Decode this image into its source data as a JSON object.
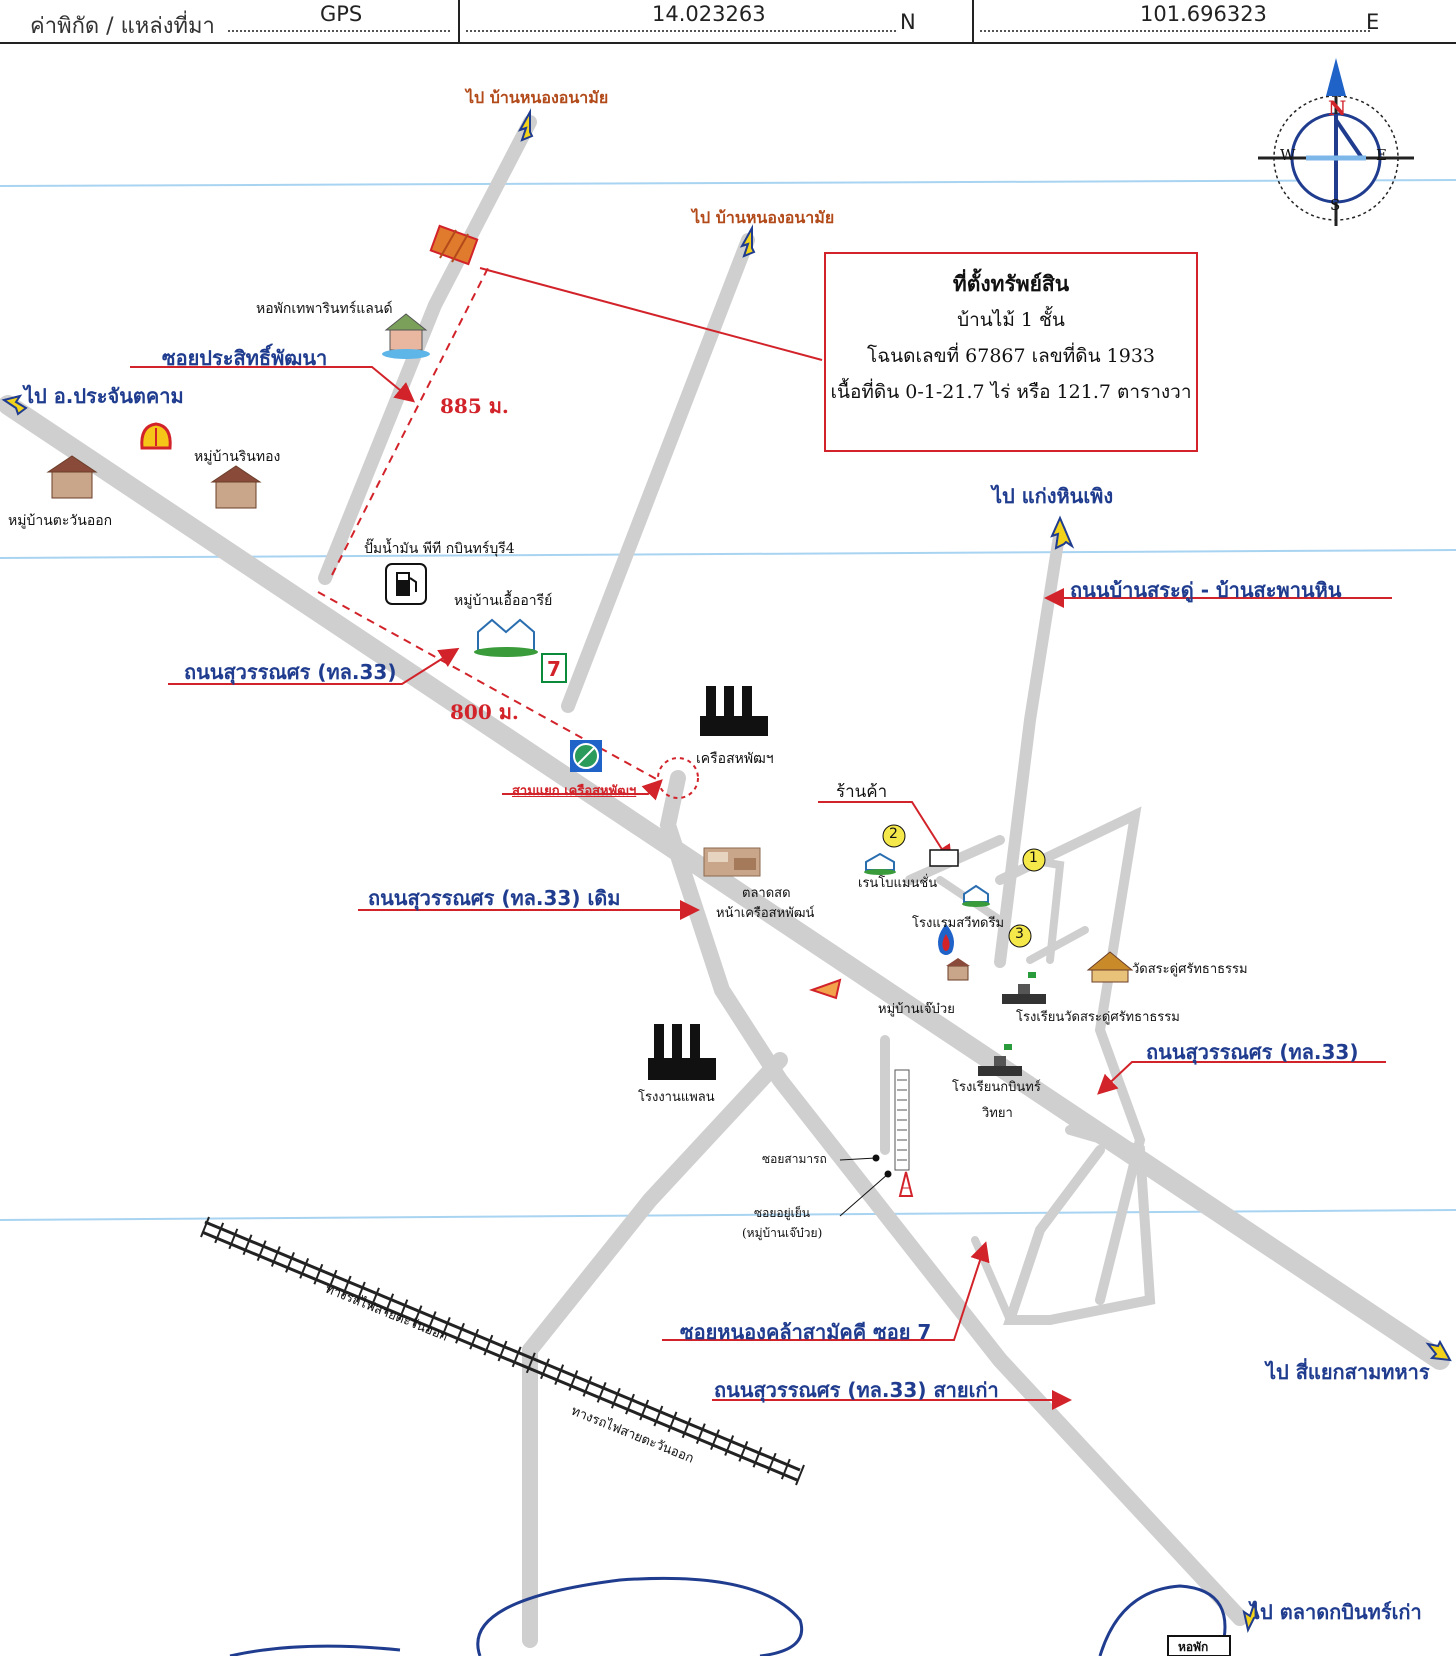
{
  "header": {
    "coord_label": "ค่าพิกัด / แหล่งที่มา",
    "source": "GPS",
    "latitude": "14.023263",
    "lat_unit": "N",
    "longitude": "101.696323",
    "lon_unit": "E"
  },
  "compass": {
    "n": "N",
    "s": "S",
    "e": "E",
    "w": "W"
  },
  "property": {
    "title": "ที่ตั้งทรัพย์สิน",
    "type": "บ้านไม้ 1 ชั้น",
    "deed": "โฉนดเลขที่ 67867 เลขที่ดิน 1933",
    "area": "เนื้อที่ดิน 0-1-21.7 ไร่ หรือ 121.7 ตารางวา"
  },
  "roads": {
    "soi_prasit": "ซอยประสิทธิ์พัฒนา",
    "suwannason_33": "ถนนสุวรรณศร (ทล.33)",
    "suwannason_33_right": "ถนนสุวรรณศร (ทล.33)",
    "suwannason_old": "ถนนสุวรรณศร (ทล.33) เดิม",
    "suwannason_old_line": "ถนนสุวรรณศร (ทล.33) สายเก่า",
    "ban_sradu": "ถนนบ้านสระดู่ - บ้านสะพานหิน",
    "soi_nongkhla": "ซอยหนองคล้าสามัคคี ซอย 7",
    "soi_samarot": "ซอยสามารถ",
    "soi_yuyen": "ซอยอยู่เย็น",
    "soi_yuyen_sub": "(หมู่บ้านเจ๊บ๋วย)"
  },
  "directions": {
    "to_nong_anamai_1": "ไป บ้านหนองอนามัย",
    "to_nong_anamai_2": "ไป บ้านหนองอนามัย",
    "to_prachantakham": "ไป อ.ประจันตคาม",
    "to_kaeng_hin_phoeng": "ไป แก่งหินเพิง",
    "to_si_yaek": "ไป สี่แยกสามทหาร",
    "to_talat": "ไป ตลาดกบินทร์เก่า"
  },
  "distances": {
    "d1": "885 ม.",
    "d2": "800 ม."
  },
  "places": {
    "dorm": "หอพักเทพารินทร์แลนด์",
    "village_rinthong": "หมู่บ้านรินทอง",
    "village_tawan": "หมู่บ้านตะวันออก",
    "gas_pt": "ปั๊มน้ำมัน พีที กบินทร์บุรี4",
    "village_uea": "หมู่บ้านเอื้ออารีย์",
    "sahaphat": "เครือสหพัฒฯ",
    "junction": "สามแยก เครือสหพัฒฯ",
    "shop": "ร้านค้า",
    "mansion": "เรนโบแมนชั่น",
    "market_1": "ตลาดสด",
    "market_2": "หน้าเครือสหพัฒน์",
    "hotel": "โรงแรมสวีทดรีม",
    "temple": "วัดสระดู่ศรัทธาธรรม",
    "school_temple": "โรงเรียนวัดสระดู่ศรัทธาธรรม",
    "village_jebuay": "หมู่บ้านเจ๊บ๋วย",
    "factory_plan": "โรงงานแพลน",
    "school_kabin_1": "โรงเรียนกบินทร์",
    "school_kabin_2": "วิทยา",
    "railway": "ทางรถไฟสายตะวันออก",
    "bottom_box": "หอพัก"
  },
  "markers": {
    "m1": "1",
    "m2": "2",
    "m3": "3"
  },
  "colors": {
    "road": "#cfcfcf",
    "label_red": "#d2232a",
    "label_blue": "#1f3c8f",
    "direction_brown": "#b24a1a",
    "arrow_yellow": "#f2d21a",
    "guide_blue": "#9fd0f0"
  }
}
